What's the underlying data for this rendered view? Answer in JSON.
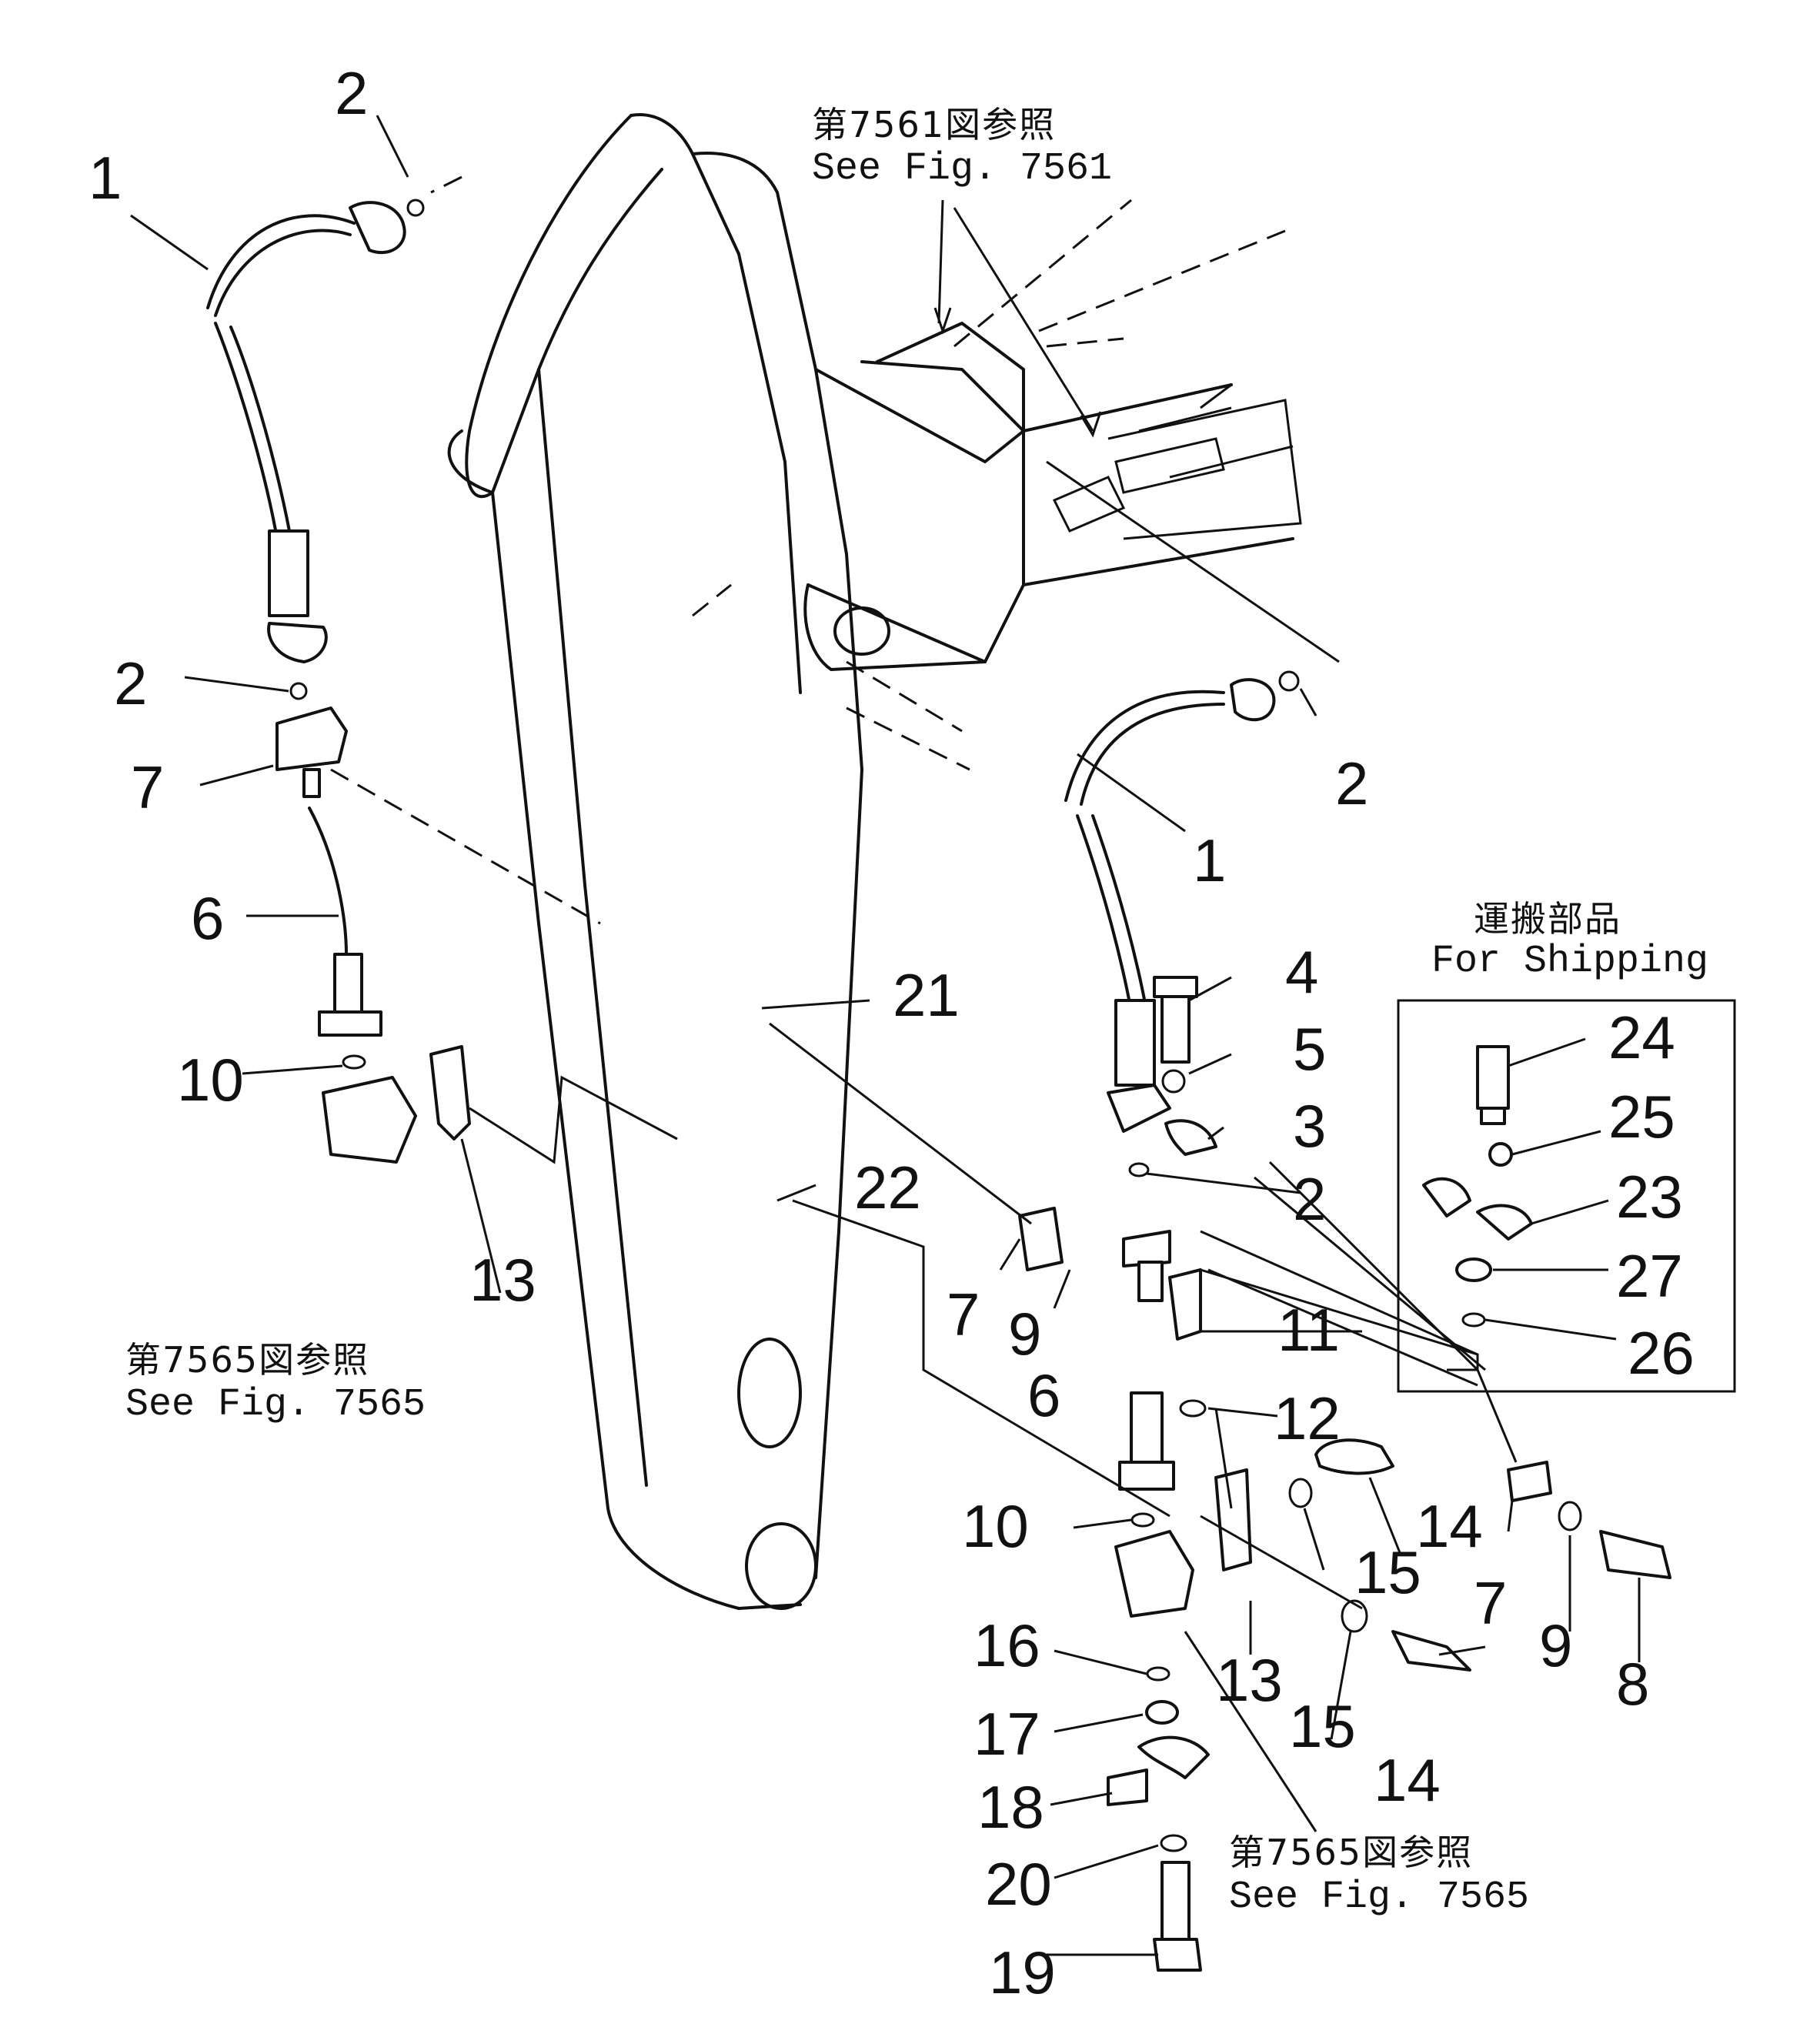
{
  "part_numbers": [
    "1",
    "2",
    "2",
    "7",
    "6",
    "10",
    "13",
    "21",
    "22",
    "1",
    "2",
    "4",
    "5",
    "3",
    "2",
    "7",
    "9",
    "6",
    "11",
    "12",
    "10",
    "14",
    "15",
    "13",
    "15",
    "14",
    "7",
    "9",
    "8",
    "16",
    "17",
    "18",
    "20",
    "19"
  ],
  "references": {
    "top": {
      "ja": "第7561図参照",
      "en": "See  Fig. 7561"
    },
    "left": {
      "ja": "第7565図参照",
      "en": "See  Fig. 7565"
    },
    "bottom": {
      "ja": "第7565図参照",
      "en": "See  Fig. 7565"
    }
  },
  "shipping_box": {
    "title_ja": "運搬部品",
    "title_en": "For  Shipping",
    "part_numbers": [
      "24",
      "25",
      "23",
      "27",
      "26"
    ]
  }
}
